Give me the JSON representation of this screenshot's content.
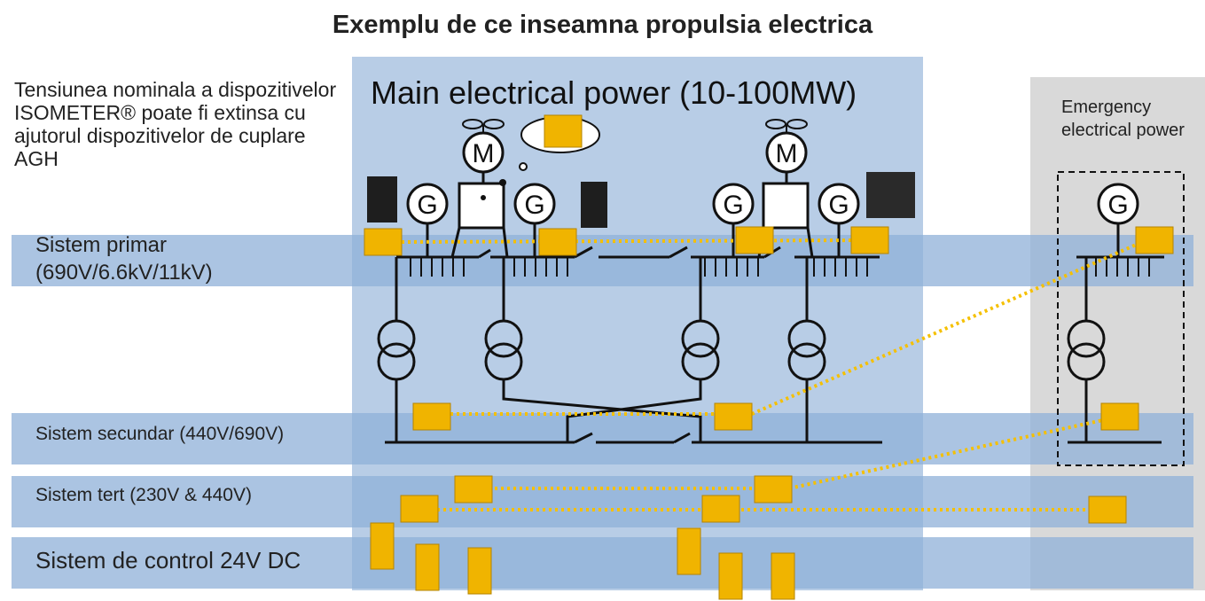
{
  "title": "Exemplu de ce inseamna propulsia electrica",
  "note": "Tensiunea nominala  a dispozitivelor ISOMETER® poate fi extinsa cu ajutorul dispozitivelor de cuplare AGH",
  "main_panel_label": "Main electrical power (10-100MW)",
  "emergency_label": "Emergency electrical power",
  "bands": {
    "primar": "Sistem primar (690V/6.6kV/11kV)",
    "secundar": "Sistem secundar (440V/690V)",
    "tert": "Sistem tert (230V & 440V)",
    "control": "Sistem de control 24V DC"
  },
  "symbols": {
    "generator": "G",
    "motor": "M"
  },
  "colors": {
    "main_panel": "#b8cde6",
    "band": "#8fb0d8",
    "emergency_panel": "#d9d9d9",
    "monitoring_link": "#f5c000",
    "device_yellow": "#f0b400"
  }
}
